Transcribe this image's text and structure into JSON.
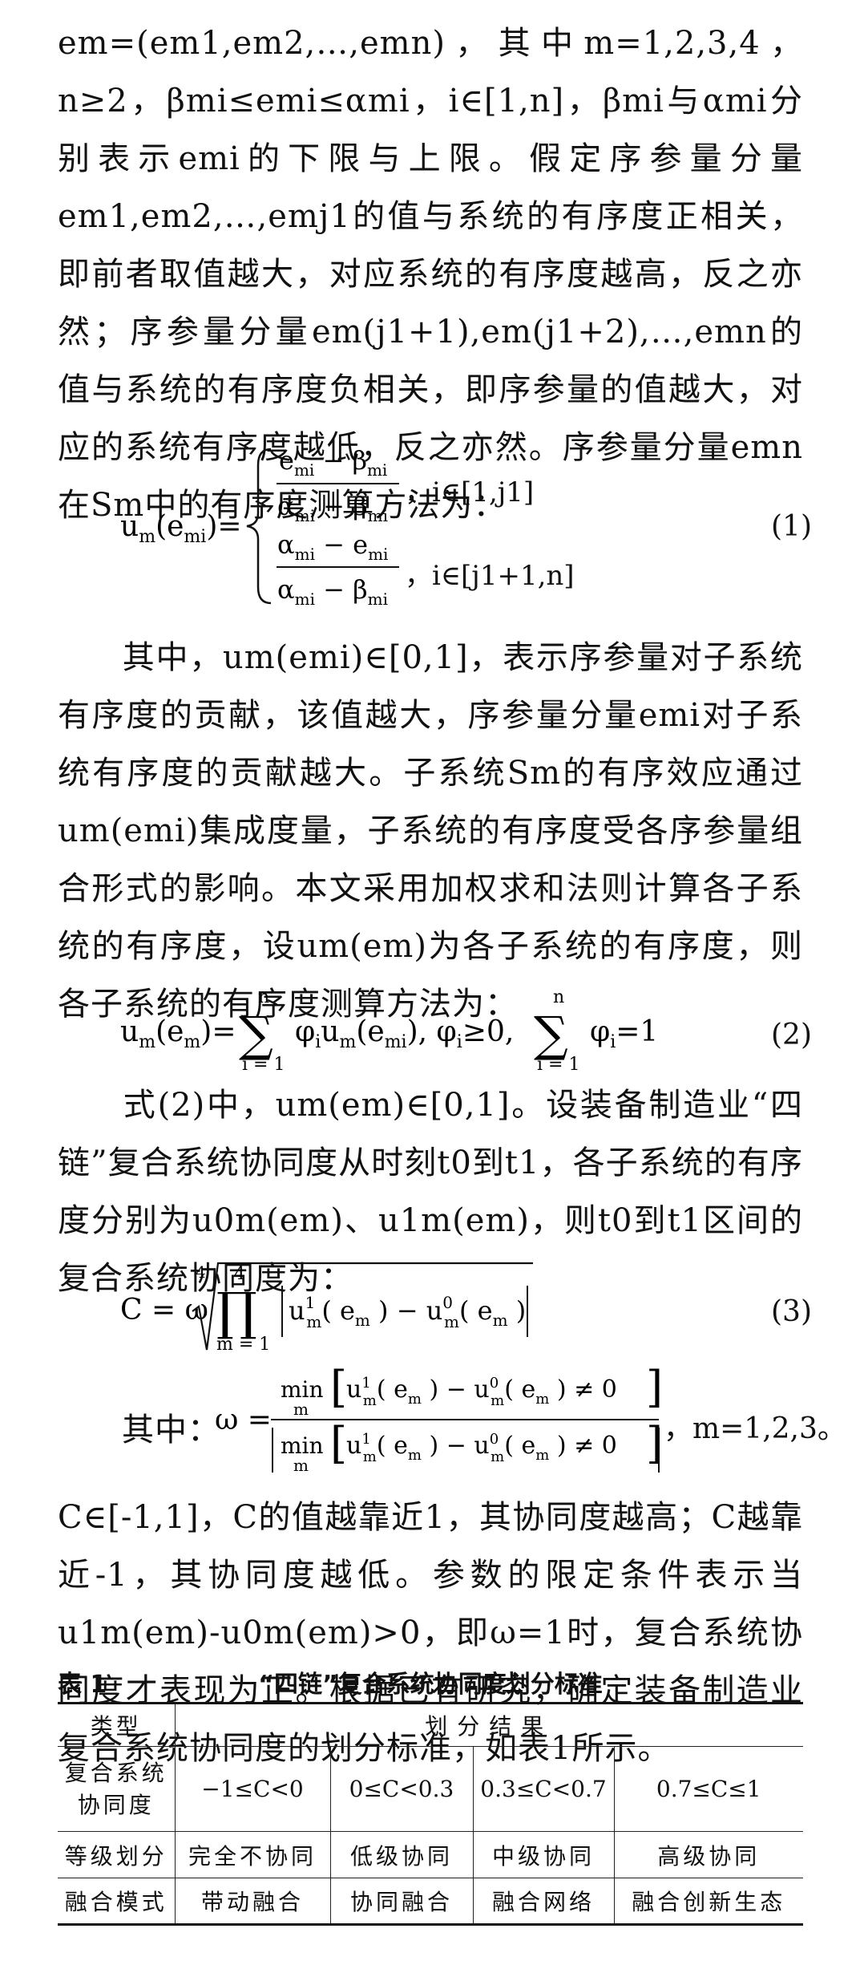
{
  "paragraphs": {
    "p1": "em=(em1,em2,…,emn)，其中m=1,2,3,4，n≥2，βmi≤emi≤αmi，i∈[1,n]，βmi与αmi分别表示emi的下限与上限。假定序参量分量em1,em2,…,emj1的值与系统的有序度正相关，即前者取值越大，对应系统的有序度越高，反之亦然；序参量分量em(j1+1),em(j1+2),…,emn的值与系统的有序度负相关，即序参量的值越大，对应的系统有序度越低，反之亦然。序参量分量emn在Sm中的有序度测算方法为：",
    "p2": "其中，um(emi)∈[0,1]，表示序参量对子系统有序度的贡献，该值越大，序参量分量emi对子系统有序度的贡献越大。子系统Sm的有序效应通过um(emi)集成度量，子系统的有序度受各序参量组合形式的影响。本文采用加权求和法则计算各子系统的有序度，设um(em)为各子系统的有序度，则各子系统的有序度测算方法为：",
    "p3": "式(2)中，um(em)∈[0,1]。设装备制造业“四链”复合系统协同度从时刻t0到t1，各子系统的有序度分别为u0m(em)、u1m(em)，则t0到t1区间的复合系统协同度为：",
    "p4_prefix": "其中：",
    "p4_suffix": "，m=1,2,3。",
    "p5": "C∈[-1,1]，C的值越靠近1，其协同度越高；C越靠近-1，其协同度越低。参数的限定条件表示当u1m(em)-u0m(em)>0，即ω=1时，复合系统协同度才表现为正。根据已有研究，确定装备制造业复合系统协同度的划分标准，如表1所示。"
  },
  "equations": {
    "eq1_label": "(1)",
    "eq1_case1_cond": "，i∈[1,j1]",
    "eq1_case2_cond": "，i∈[j1+1,n]",
    "eq2_label": "(2)",
    "eq3_label": "(3)"
  },
  "table": {
    "label": "表 1",
    "title": "“四链”复合系统协同度划分标准",
    "header": [
      "类型",
      "划分结果"
    ],
    "rows": [
      [
        "复合系统协同度",
        "−1≤C<0",
        "0≤C<0.3",
        "0.3≤C<0.7",
        "0.7≤C≤1"
      ],
      [
        "等级划分",
        "完全不协同",
        "低级协同",
        "中级协同",
        "高级协同"
      ],
      [
        "融合模式",
        "带动融合",
        "协同融合",
        "融合网络",
        "融合创新生态"
      ]
    ]
  }
}
